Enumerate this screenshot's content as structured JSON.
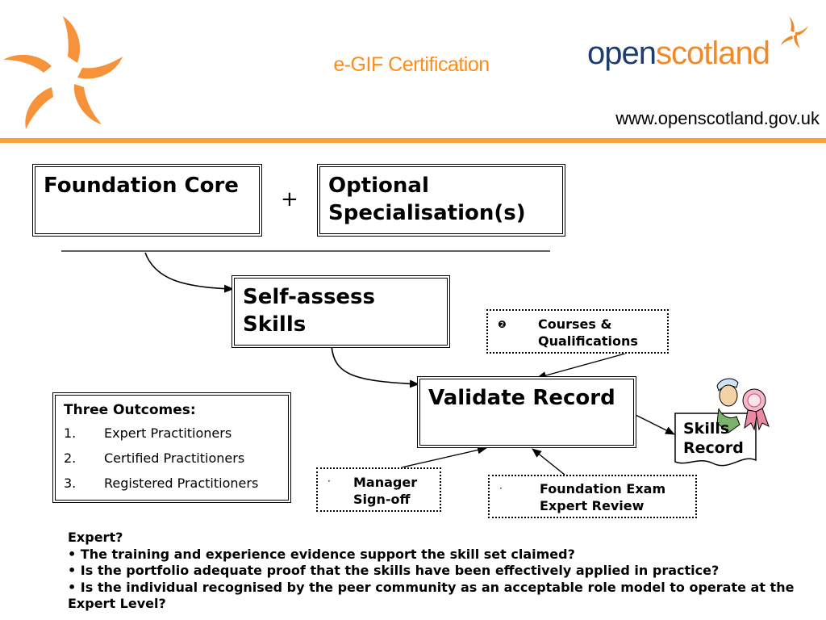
{
  "header": {
    "title": "e-GIF Certification",
    "brand_part1": "open",
    "brand_part2": "scotland",
    "website": "www.openscotland.gov.uk"
  },
  "colors": {
    "accent_orange": "#f7a23b",
    "title_orange": "#ff8c1a",
    "brand_navy": "#1f3c6e"
  },
  "diagram": {
    "foundation_core": "Foundation Core",
    "plus_sign": "+",
    "optional_specialisations": "Optional Specialisation(s)",
    "self_assess": "Self-assess Skills",
    "courses": {
      "bullet": "❷",
      "text": "Courses & Qualifications"
    },
    "validate_record": "Validate Record",
    "skills_record": "Skills Record",
    "manager": {
      "bullet": "·",
      "text": "Manager Sign-off"
    },
    "foundation_exam": {
      "bullet": "·",
      "line1": "Foundation Exam",
      "line2": "Expert Review"
    }
  },
  "outcomes": {
    "heading": "Three Outcomes:",
    "items": [
      {
        "num": "1.",
        "label": "Expert Practitioners"
      },
      {
        "num": "2.",
        "label": "Certified Practitioners"
      },
      {
        "num": "3.",
        "label": "Registered Practitioners"
      }
    ]
  },
  "expert_notes": {
    "heading": "Expert?",
    "points": [
      "• The training and experience evidence support the skill set claimed?",
      "• Is the portfolio adequate proof that the skills have been effectively applied in practice?",
      "• Is the individual recognised by the peer community as an acceptable role model to operate at the Expert Level?"
    ]
  },
  "icons": {
    "logo": "orange-pinwheel-icon",
    "brand_mark": "orange-swoosh-icon",
    "clipart": "person-with-certificate-icon"
  }
}
